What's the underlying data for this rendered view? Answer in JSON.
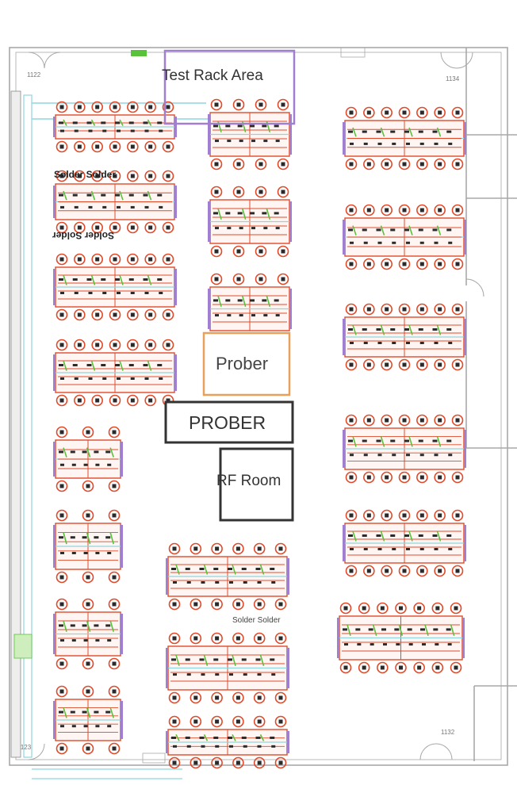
{
  "rooms": {
    "test_rack": "Test Rack Area",
    "prober_small": "Prober",
    "prober_large": "PROBER",
    "rf_room": "RF Room"
  },
  "room_numbers": [
    "1122",
    "1134",
    "1132",
    "1123"
  ],
  "bench_labels": {
    "solder_top": "Solder Solder",
    "solder_flipped": "Solder Solder",
    "solder_bottom": "Solder  Solder"
  },
  "colors": {
    "wall": "#a8a8a8",
    "bench_red": "#e04a2a",
    "bench_dark": "#2a2a2a",
    "cyan": "#8fd6e0",
    "green": "#58c23a",
    "purple": "#a07ed0",
    "orange": "#e8a05a",
    "box": "#333333"
  }
}
